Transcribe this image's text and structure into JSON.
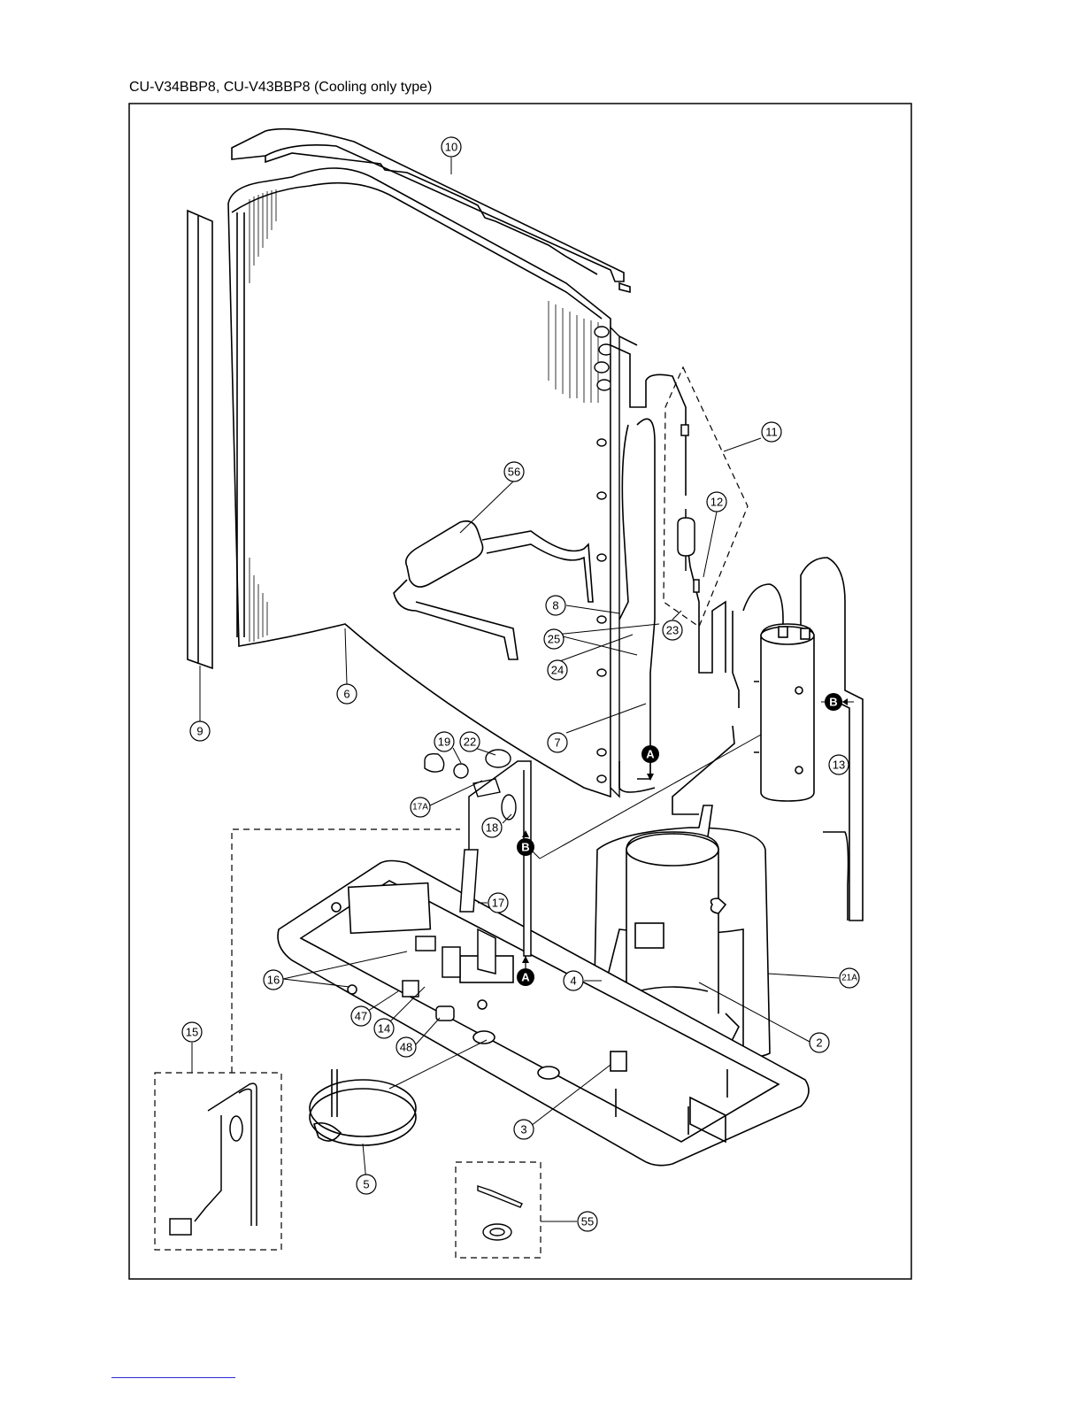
{
  "title": "CU-V34BBP8, CU-V43BBP8 (Cooling only type)",
  "callouts": [
    {
      "id": "10",
      "label": "10"
    },
    {
      "id": "11",
      "label": "11"
    },
    {
      "id": "56",
      "label": "56"
    },
    {
      "id": "12",
      "label": "12"
    },
    {
      "id": "8",
      "label": "8"
    },
    {
      "id": "25",
      "label": "25"
    },
    {
      "id": "23",
      "label": "23"
    },
    {
      "id": "24",
      "label": "24"
    },
    {
      "id": "6",
      "label": "6"
    },
    {
      "id": "9",
      "label": "9"
    },
    {
      "id": "7",
      "label": "7"
    },
    {
      "id": "13",
      "label": "13"
    },
    {
      "id": "19",
      "label": "19"
    },
    {
      "id": "22",
      "label": "22"
    },
    {
      "id": "17A",
      "label": "17A"
    },
    {
      "id": "18",
      "label": "18"
    },
    {
      "id": "17",
      "label": "17"
    },
    {
      "id": "16",
      "label": "16"
    },
    {
      "id": "4",
      "label": "4"
    },
    {
      "id": "21A",
      "label": "21A"
    },
    {
      "id": "47",
      "label": "47"
    },
    {
      "id": "14",
      "label": "14"
    },
    {
      "id": "48",
      "label": "48"
    },
    {
      "id": "2",
      "label": "2"
    },
    {
      "id": "15",
      "label": "15"
    },
    {
      "id": "3",
      "label": "3"
    },
    {
      "id": "5",
      "label": "5"
    },
    {
      "id": "55",
      "label": "55"
    }
  ],
  "markers": [
    {
      "id": "A1",
      "label": "A"
    },
    {
      "id": "A2",
      "label": "A"
    },
    {
      "id": "B1",
      "label": "B"
    },
    {
      "id": "B2",
      "label": "B"
    }
  ]
}
